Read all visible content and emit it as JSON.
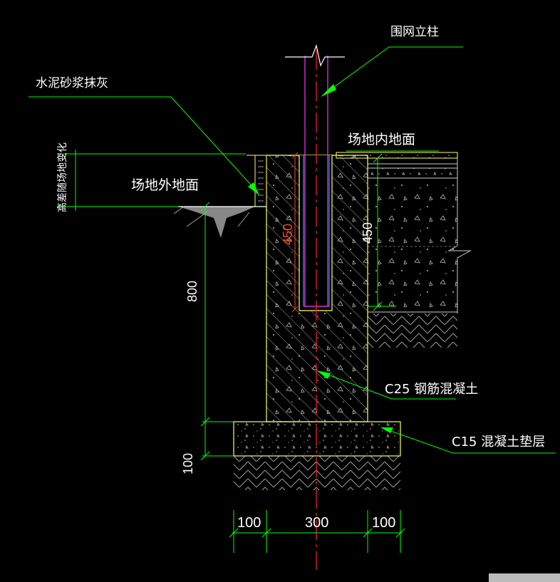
{
  "labels": {
    "fence_post": "围网立柱",
    "mortar_plaster": "水泥砂浆抹灰",
    "inner_ground": "场地内地面",
    "outer_ground": "场地外地面",
    "height_note": "高差随场地变化",
    "c25": "C25 钢筋混凝土",
    "c15": "C15 混凝土垫层"
  },
  "dims": {
    "socket_depth": "450",
    "inner_depth": "450",
    "wall_height": "800",
    "pad_thickness": "100",
    "left_offset": "100",
    "wall_width": "300",
    "right_offset": "100"
  },
  "colors": {
    "background": "#000000",
    "outline": "#ffff66",
    "leader": "#00ff00",
    "dimension": "#00ff00",
    "centerline": "#ff2020",
    "hatch": "#cccccc",
    "post_outer": "#ff00ff",
    "post_inner": "#3399ff",
    "socket_dim": "#ff4422",
    "label": "#ffffff"
  }
}
